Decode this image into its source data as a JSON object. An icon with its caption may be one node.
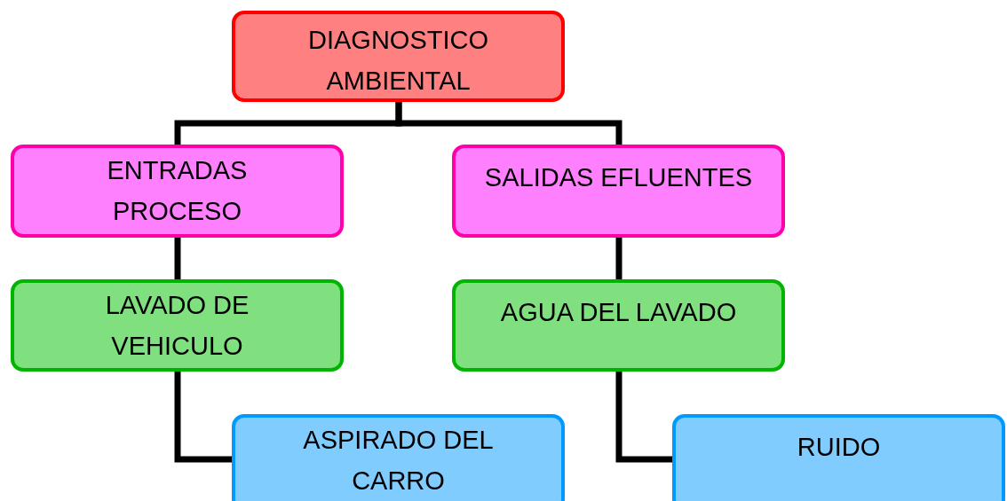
{
  "diagram": {
    "nodes": [
      {
        "text": [
          "DIAGNOSTICO AMBIENTAL"
        ]
      },
      {
        "text": [
          "ENTRADAS PROCESO"
        ]
      },
      {
        "text": [
          "SALIDAS EFLUENTES"
        ]
      },
      {
        "text": [
          "LAVADO DE VEHICULO"
        ]
      },
      {
        "text": [
          "AGUA DEL LAVADO"
        ]
      },
      {
        "text": [
          "ASPIRADO DEL CARRO"
        ]
      },
      {
        "text": [
          "RUIDO"
        ]
      }
    ],
    "edges": [
      {
        "from": 0,
        "to": 1,
        "arrow": "none"
      },
      {
        "from": 0,
        "to": 2,
        "arrow": "none"
      },
      {
        "from": 1,
        "to": 3,
        "arrow": "none"
      },
      {
        "from": 2,
        "to": 4,
        "arrow": "none"
      },
      {
        "from": 3,
        "to": 5,
        "arrow": "none"
      },
      {
        "from": 4,
        "to": 6,
        "arrow": "none"
      }
    ]
  }
}
